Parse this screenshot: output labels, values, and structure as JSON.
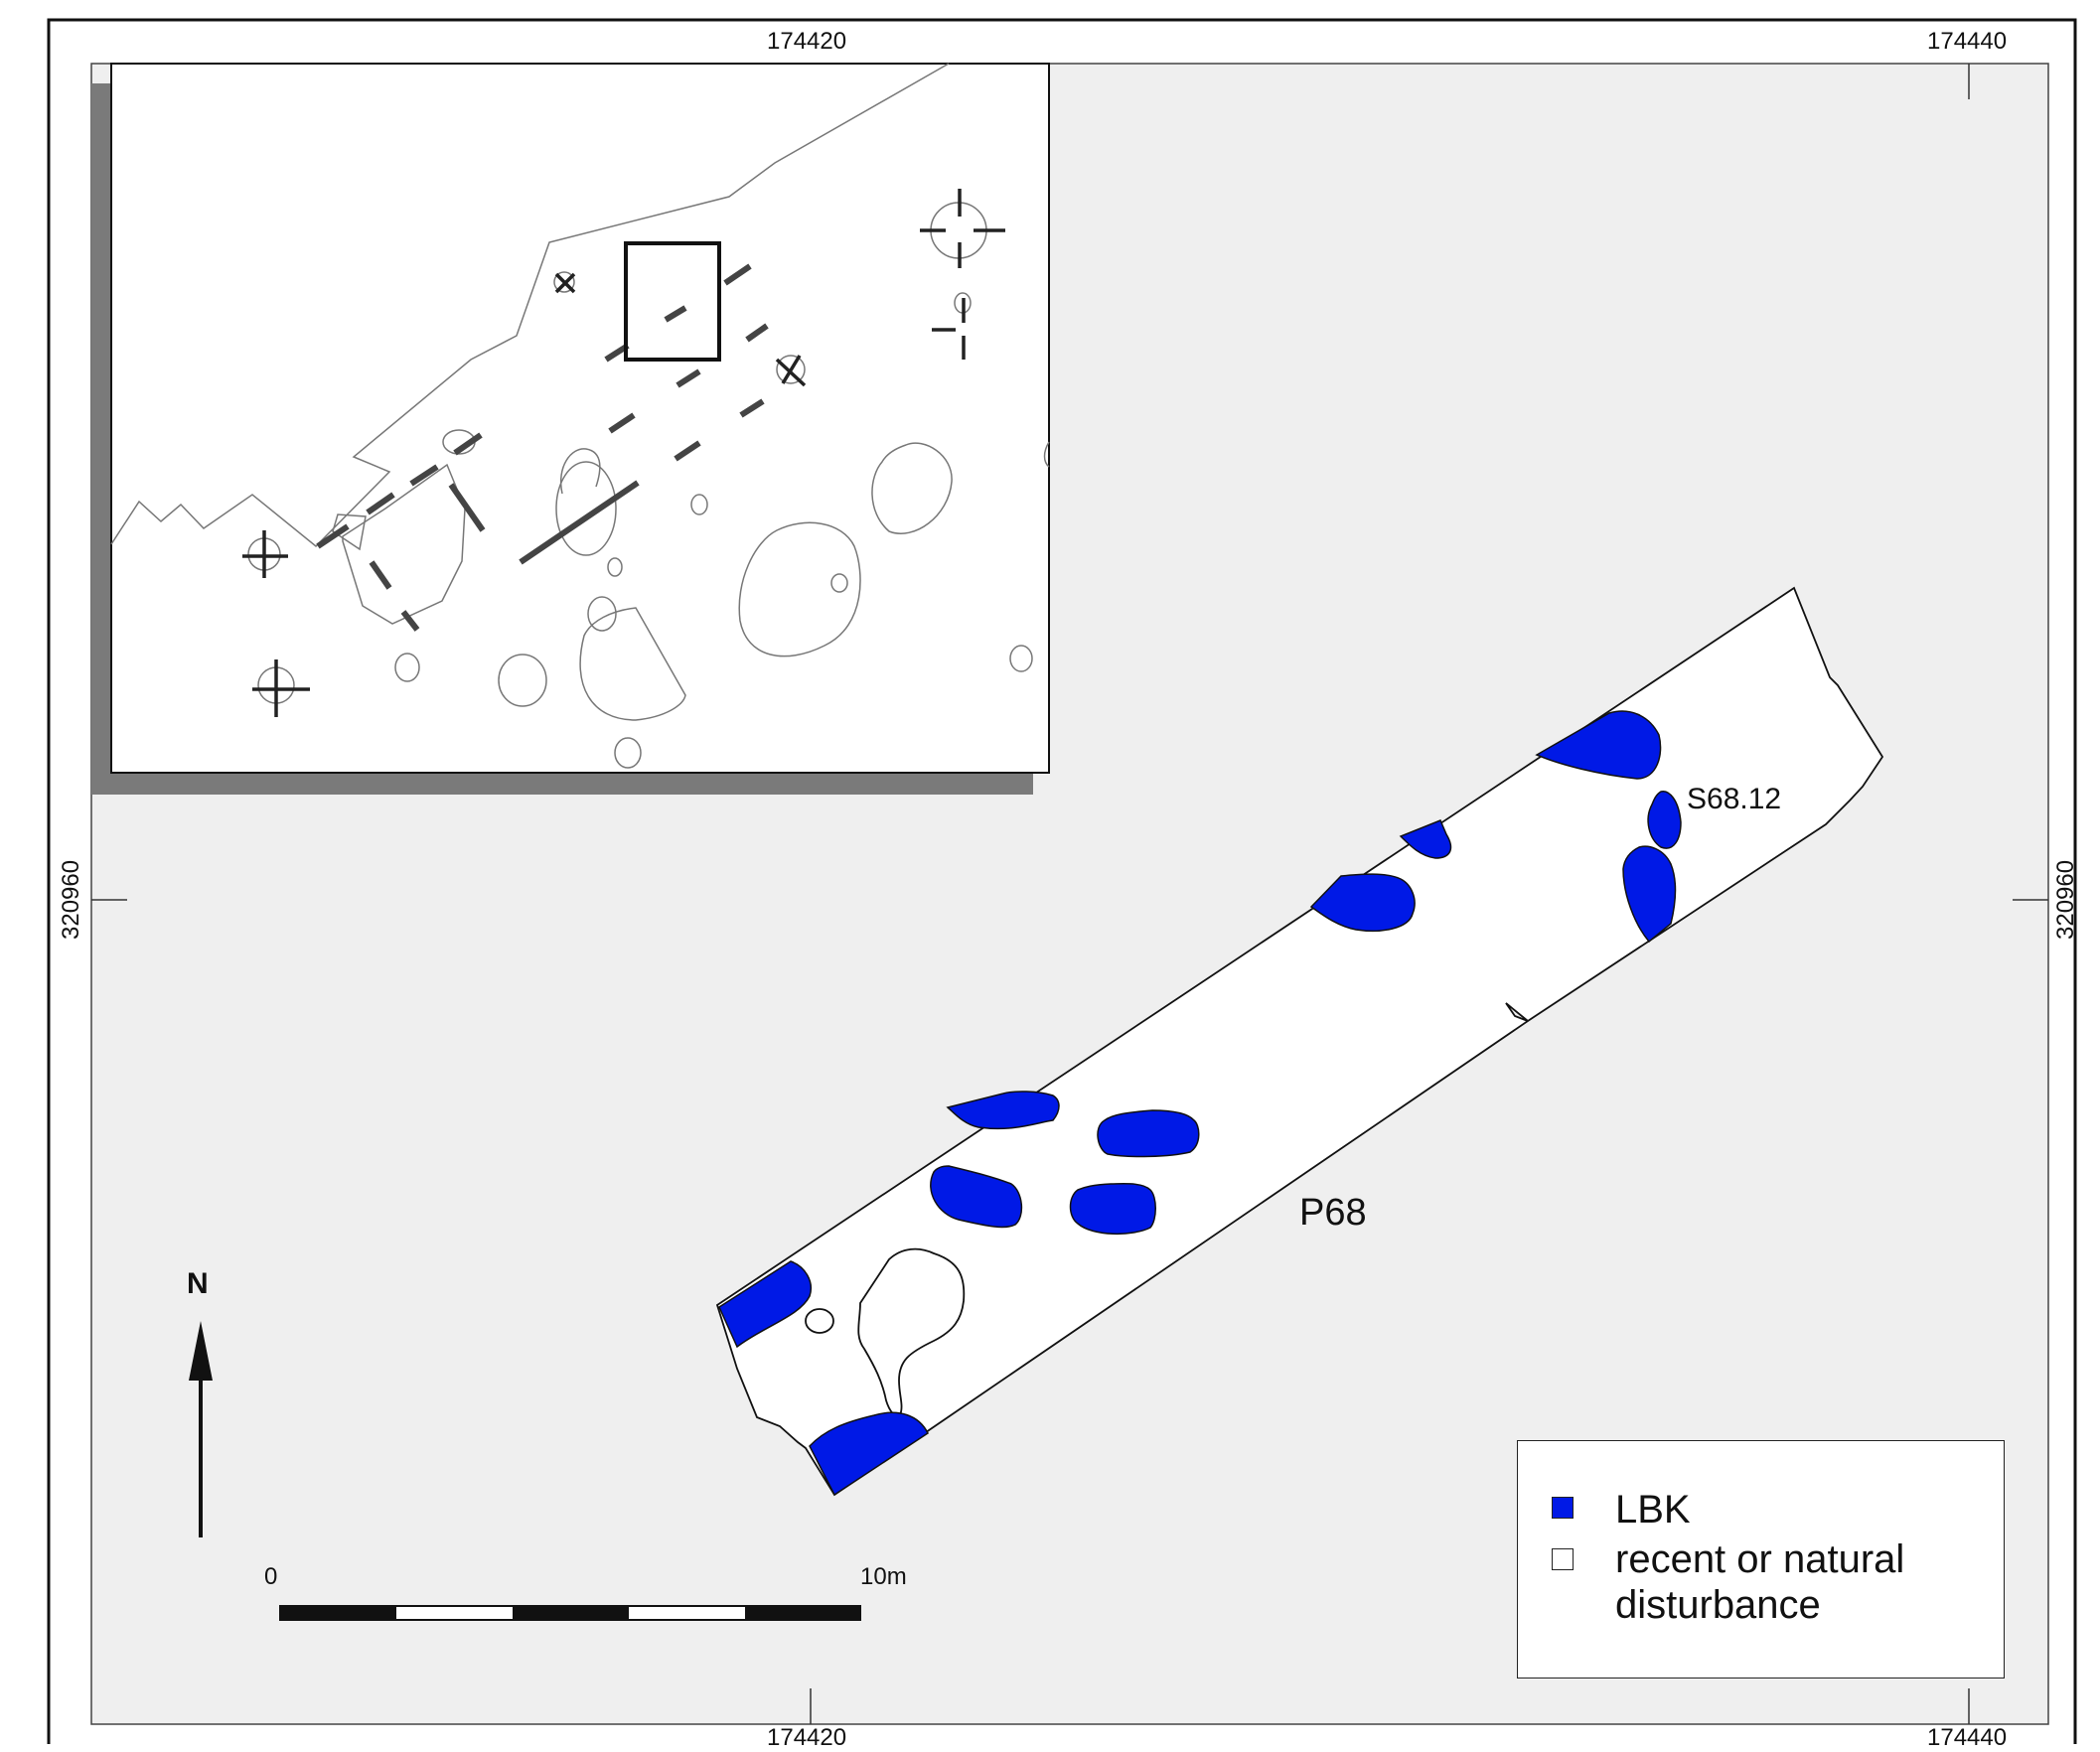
{
  "grid": {
    "easting_left": "174420",
    "easting_right": "174440",
    "northing": "320960"
  },
  "labels": {
    "trench": "P68",
    "feature": "S68.12",
    "north": "N"
  },
  "scale_bar": {
    "start": "0",
    "end": "10m",
    "segments": 5
  },
  "legend": {
    "items": [
      {
        "label": "LBK",
        "color": "#0019e6"
      },
      {
        "label": "recent or natural disturbance",
        "label_line1": "recent or natural",
        "label_line2": "disturbance",
        "color": "#ffffff"
      }
    ]
  },
  "colors": {
    "lbk_feature": "#0019e6",
    "background": "#efefef",
    "frame": "#111111",
    "inset_shadow": "#7a7a7a"
  }
}
